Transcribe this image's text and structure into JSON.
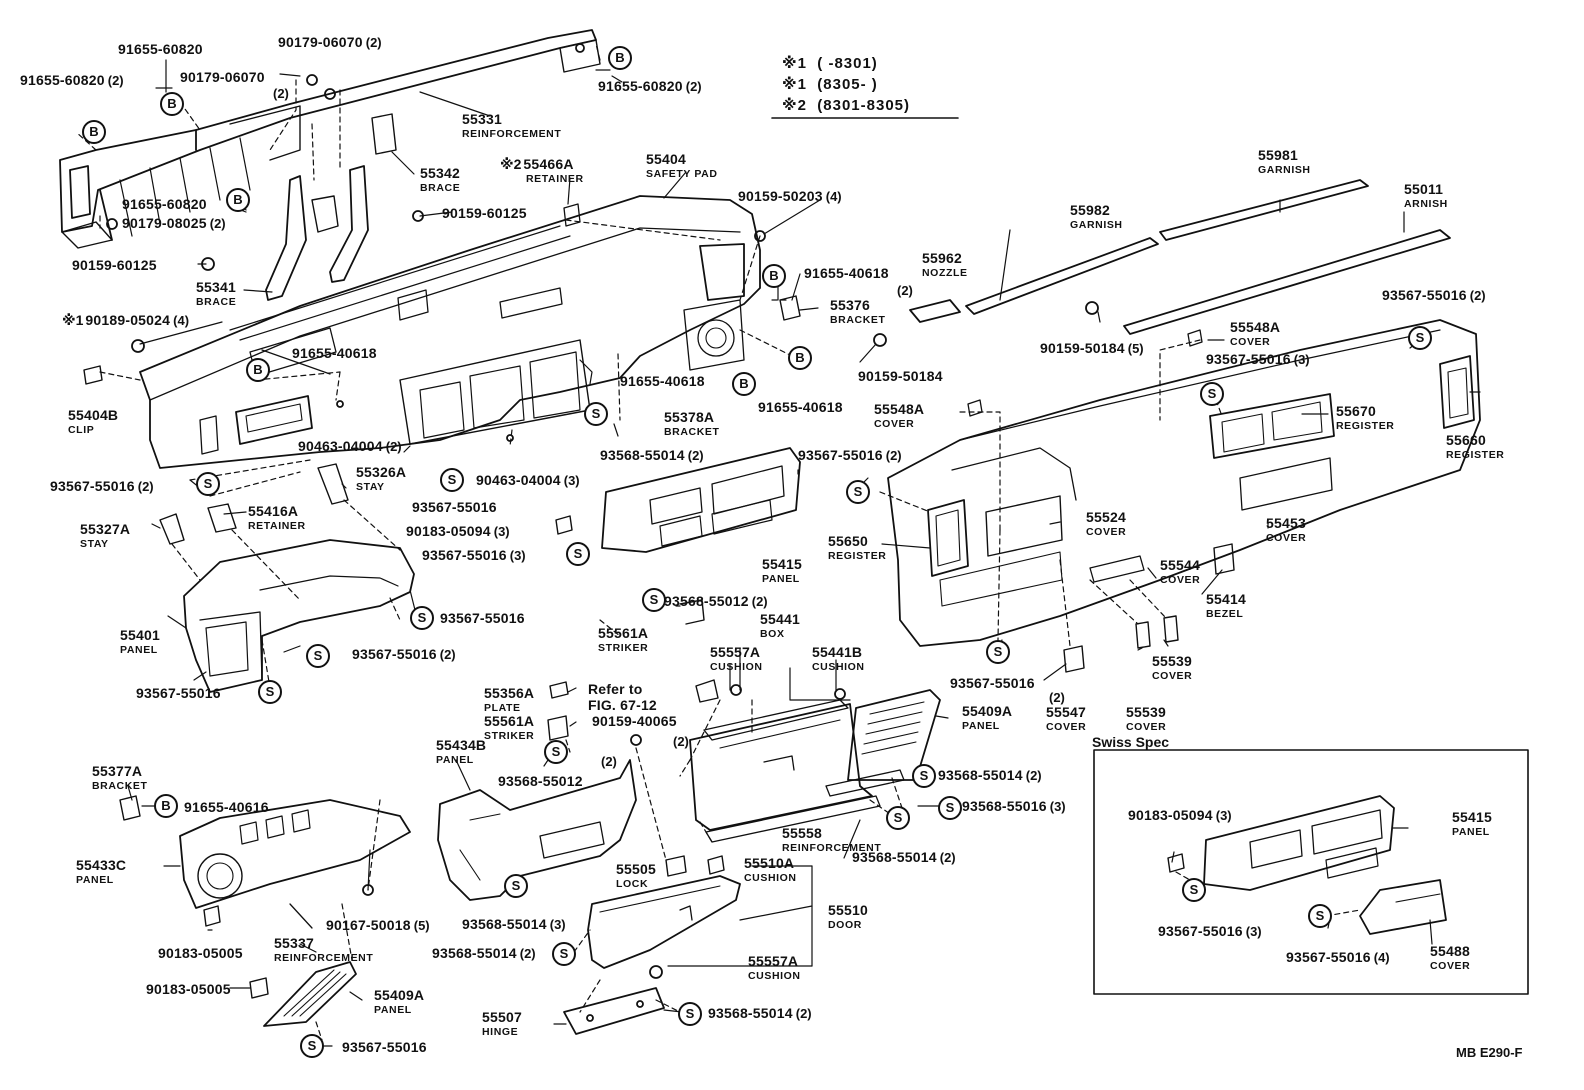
{
  "diagram": {
    "code": "MB E290-F",
    "legend": [
      {
        "mark": "※1",
        "range": "(      -8301)"
      },
      {
        "mark": "※1",
        "range": "(8305-      )"
      },
      {
        "mark": "※2",
        "range": "(8301-8305)"
      }
    ],
    "swiss_spec_title": "Swiss Spec",
    "badge_letters": {
      "b": "B",
      "s": "S"
    },
    "callouts": [
      {
        "id": "c1",
        "number": "91655-60820",
        "qty": "",
        "name": ""
      },
      {
        "id": "c2",
        "number": "91655-60820",
        "qty": "(2)",
        "name": ""
      },
      {
        "id": "c3",
        "number": "90179-06070",
        "qty": "(2)",
        "name": ""
      },
      {
        "id": "c4",
        "number": "90179-06070",
        "qty": "",
        "name": ""
      },
      {
        "id": "c4q",
        "number": "",
        "qty": "(2)",
        "name": ""
      },
      {
        "id": "c5",
        "number": "91655-60820",
        "qty": "(2)",
        "name": ""
      },
      {
        "id": "c6",
        "number": "55331",
        "qty": "",
        "name": "REINFORCEMENT"
      },
      {
        "id": "c7",
        "number": "55342",
        "qty": "",
        "name": "BRACE"
      },
      {
        "id": "c8",
        "number": "91655-60820",
        "qty": "",
        "name": ""
      },
      {
        "id": "c9",
        "number": "90179-08025",
        "qty": "(2)",
        "name": ""
      },
      {
        "id": "c10",
        "number": "90159-60125",
        "qty": "",
        "name": ""
      },
      {
        "id": "c11",
        "number": "90159-60125",
        "qty": "",
        "name": ""
      },
      {
        "id": "c12",
        "number": "55341",
        "qty": "",
        "name": "BRACE"
      },
      {
        "id": "c13",
        "number": "90189-05024",
        "qty": "(4)",
        "name": "",
        "mark": "※1"
      },
      {
        "id": "c14",
        "number": "91655-40618",
        "qty": "",
        "name": ""
      },
      {
        "id": "c15",
        "number": "55404B",
        "qty": "",
        "name": "CLIP"
      },
      {
        "id": "c16",
        "number": "90463-04004",
        "qty": "(2)",
        "name": ""
      },
      {
        "id": "c17",
        "number": "55466A",
        "qty": "",
        "name": "RETAINER",
        "mark": "※2"
      },
      {
        "id": "c18",
        "number": "55404",
        "qty": "",
        "name": "SAFETY PAD"
      },
      {
        "id": "c19",
        "number": "90159-50203",
        "qty": "(4)",
        "name": ""
      },
      {
        "id": "c20",
        "number": "91655-40618",
        "qty": "",
        "name": ""
      },
      {
        "id": "c20q",
        "number": "",
        "qty": "(2)",
        "name": ""
      },
      {
        "id": "c21",
        "number": "55376",
        "qty": "",
        "name": "BRACKET"
      },
      {
        "id": "c22",
        "number": "90159-50184",
        "qty": "",
        "name": ""
      },
      {
        "id": "c23",
        "number": "91655-40618",
        "qty": "",
        "name": ""
      },
      {
        "id": "c24",
        "number": "91655-40618",
        "qty": "",
        "name": ""
      },
      {
        "id": "c25",
        "number": "55378A",
        "qty": "",
        "name": "BRACKET"
      },
      {
        "id": "c26",
        "number": "93568-55014",
        "qty": "(2)",
        "name": ""
      },
      {
        "id": "c27",
        "number": "90463-04004",
        "qty": "(3)",
        "name": ""
      },
      {
        "id": "c28",
        "number": "93567-55016",
        "qty": "",
        "name": ""
      },
      {
        "id": "c29",
        "number": "55326A",
        "qty": "",
        "name": "STAY"
      },
      {
        "id": "c30",
        "number": "93567-55016",
        "qty": "(2)",
        "name": ""
      },
      {
        "id": "c31",
        "number": "55416A",
        "qty": "",
        "name": "RETAINER"
      },
      {
        "id": "c32",
        "number": "55327A",
        "qty": "",
        "name": "STAY"
      },
      {
        "id": "c33",
        "number": "90183-05094",
        "qty": "(3)",
        "name": ""
      },
      {
        "id": "c34",
        "number": "93567-55016",
        "qty": "(3)",
        "name": ""
      },
      {
        "id": "c35",
        "number": "55415",
        "qty": "",
        "name": "PANEL"
      },
      {
        "id": "c36",
        "number": "93567-55016",
        "qty": "",
        "name": ""
      },
      {
        "id": "c37",
        "number": "55401",
        "qty": "",
        "name": "PANEL"
      },
      {
        "id": "c38",
        "number": "93567-55016",
        "qty": "(2)",
        "name": ""
      },
      {
        "id": "c39",
        "number": "93567-55016",
        "qty": "",
        "name": ""
      },
      {
        "id": "c40",
        "number": "55962",
        "qty": "",
        "name": "NOZZLE"
      },
      {
        "id": "c41",
        "number": "55982",
        "qty": "",
        "name": "GARNISH"
      },
      {
        "id": "c42",
        "number": "55981",
        "qty": "",
        "name": "GARNISH"
      },
      {
        "id": "c43",
        "number": "55011",
        "qty": "",
        "name": "ARNISH"
      },
      {
        "id": "c44",
        "number": "93567-55016",
        "qty": "(2)",
        "name": ""
      },
      {
        "id": "c45",
        "number": "90159-50184",
        "qty": "(5)",
        "name": ""
      },
      {
        "id": "c46",
        "number": "55548A",
        "qty": "",
        "name": "COVER"
      },
      {
        "id": "c47",
        "number": "93567-55016",
        "qty": "(3)",
        "name": ""
      },
      {
        "id": "c48",
        "number": "55548A",
        "qty": "",
        "name": "COVER"
      },
      {
        "id": "c49",
        "number": "55670",
        "qty": "",
        "name": "REGISTER"
      },
      {
        "id": "c50",
        "number": "55660",
        "qty": "",
        "name": "REGISTER"
      },
      {
        "id": "c51",
        "number": "93567-55016",
        "qty": "(2)",
        "name": ""
      },
      {
        "id": "c52",
        "number": "55524",
        "qty": "",
        "name": "COVER"
      },
      {
        "id": "c53",
        "number": "55650",
        "qty": "",
        "name": "REGISTER"
      },
      {
        "id": "c54",
        "number": "55453",
        "qty": "",
        "name": "COVER"
      },
      {
        "id": "c55",
        "number": "55544",
        "qty": "",
        "name": "COVER"
      },
      {
        "id": "c56",
        "number": "55414",
        "qty": "",
        "name": "BEZEL"
      },
      {
        "id": "c57",
        "number": "55539",
        "qty": "",
        "name": "COVER"
      },
      {
        "id": "c58",
        "number": "55539",
        "qty": "",
        "name": "COVER"
      },
      {
        "id": "c59",
        "number": "93567-55016",
        "qty": "",
        "name": ""
      },
      {
        "id": "c59q",
        "number": "",
        "qty": "(2)",
        "name": ""
      },
      {
        "id": "c60",
        "number": "55547",
        "qty": "",
        "name": "COVER"
      },
      {
        "id": "c61",
        "number": "93568-55012",
        "qty": "(2)",
        "name": ""
      },
      {
        "id": "c62",
        "number": "55561A",
        "qty": "",
        "name": "STRIKER"
      },
      {
        "id": "c63",
        "number": "55441",
        "qty": "",
        "name": "BOX"
      },
      {
        "id": "c64",
        "number": "55557A",
        "qty": "",
        "name": "CUSHION"
      },
      {
        "id": "c65",
        "number": "55441B",
        "qty": "",
        "name": "CUSHION"
      },
      {
        "id": "c66",
        "number": "55356A",
        "qty": "",
        "name": "PLATE"
      },
      {
        "id": "c67",
        "number": "Refer to",
        "qty": "",
        "name": ""
      },
      {
        "id": "c68",
        "number": "FIG. 67-12",
        "qty": "",
        "name": ""
      },
      {
        "id": "c69",
        "number": "55561A",
        "qty": "",
        "name": "STRIKER"
      },
      {
        "id": "c70",
        "number": "90159-40065",
        "qty": "",
        "name": ""
      },
      {
        "id": "c70q",
        "number": "",
        "qty": "(2)",
        "name": ""
      },
      {
        "id": "c71",
        "number": "55409A",
        "qty": "",
        "name": "PANEL"
      },
      {
        "id": "c72",
        "number": "55434B",
        "qty": "",
        "name": "PANEL"
      },
      {
        "id": "c73",
        "number": "",
        "qty": "(2)",
        "name": ""
      },
      {
        "id": "c74",
        "number": "93568-55012",
        "qty": "",
        "name": ""
      },
      {
        "id": "c75",
        "number": "93568-55014",
        "qty": "(2)",
        "name": ""
      },
      {
        "id": "c76",
        "number": "93568-55016",
        "qty": "(3)",
        "name": ""
      },
      {
        "id": "c77",
        "number": "55377A",
        "qty": "",
        "name": "BRACKET"
      },
      {
        "id": "c78",
        "number": "91655-40616",
        "qty": "",
        "name": ""
      },
      {
        "id": "c79",
        "number": "55558",
        "qty": "",
        "name": "REINFORCEMENT"
      },
      {
        "id": "c80",
        "number": "93568-55014",
        "qty": "(2)",
        "name": ""
      },
      {
        "id": "c81",
        "number": "55433C",
        "qty": "",
        "name": "PANEL"
      },
      {
        "id": "c82",
        "number": "55505",
        "qty": "",
        "name": "LOCK"
      },
      {
        "id": "c83",
        "number": "55510A",
        "qty": "",
        "name": "CUSHION"
      },
      {
        "id": "c84",
        "number": "90167-50018",
        "qty": "(5)",
        "name": ""
      },
      {
        "id": "c85",
        "number": "93568-55014",
        "qty": "(3)",
        "name": ""
      },
      {
        "id": "c86",
        "number": "55510",
        "qty": "",
        "name": "DOOR"
      },
      {
        "id": "c87",
        "number": "90183-05005",
        "qty": "",
        "name": ""
      },
      {
        "id": "c88",
        "number": "55337",
        "qty": "",
        "name": "REINFORCEMENT"
      },
      {
        "id": "c89",
        "number": "93568-55014",
        "qty": "(2)",
        "name": ""
      },
      {
        "id": "c90",
        "number": "55557A",
        "qty": "",
        "name": "CUSHION"
      },
      {
        "id": "c91",
        "number": "90183-05005",
        "qty": "",
        "name": ""
      },
      {
        "id": "c92",
        "number": "55409A",
        "qty": "",
        "name": "PANEL"
      },
      {
        "id": "c93",
        "number": "55507",
        "qty": "",
        "name": "HINGE"
      },
      {
        "id": "c94",
        "number": "93568-55014",
        "qty": "(2)",
        "name": ""
      },
      {
        "id": "c95",
        "number": "93567-55016",
        "qty": "",
        "name": ""
      },
      {
        "id": "c96",
        "number": "90183-05094",
        "qty": "(3)",
        "name": ""
      },
      {
        "id": "c97",
        "number": "55415",
        "qty": "",
        "name": "PANEL"
      },
      {
        "id": "c98",
        "number": "93567-55016",
        "qty": "(3)",
        "name": ""
      },
      {
        "id": "c99",
        "number": "93567-55016",
        "qty": "(4)",
        "name": ""
      },
      {
        "id": "c100",
        "number": "55488",
        "qty": "",
        "name": "COVER"
      }
    ]
  }
}
